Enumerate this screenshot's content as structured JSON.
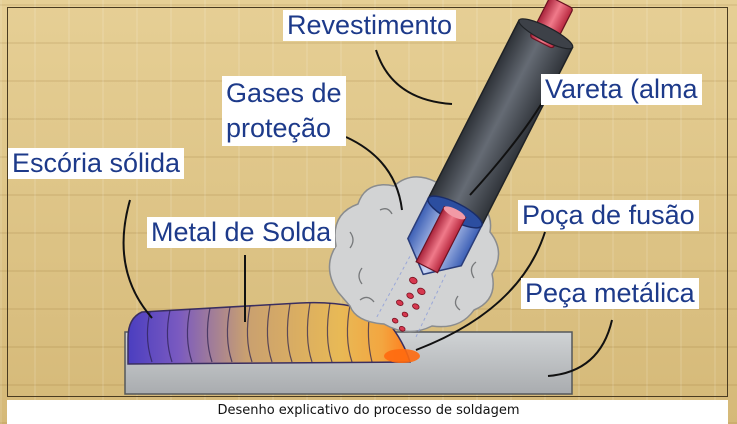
{
  "labels": {
    "coating": "Revestimento",
    "core_rod": "Vareta (alma",
    "shielding_gas": "Gases de\nproteção",
    "solid_slag": "Escória sólida",
    "weld_metal": "Metal de Solda",
    "weld_pool": "Poça de fusão",
    "workpiece": "Peça metálica"
  },
  "caption": "Desenho explicativo do processo de soldagem",
  "colors": {
    "label_text": "#1d3a8a",
    "electrode_coating": "#4a4f57",
    "core_rod": "#d9455a",
    "workpiece": "#b9bcbf",
    "slag_cool": "#4b3ec0",
    "weld_hot": "#f0b34a"
  }
}
